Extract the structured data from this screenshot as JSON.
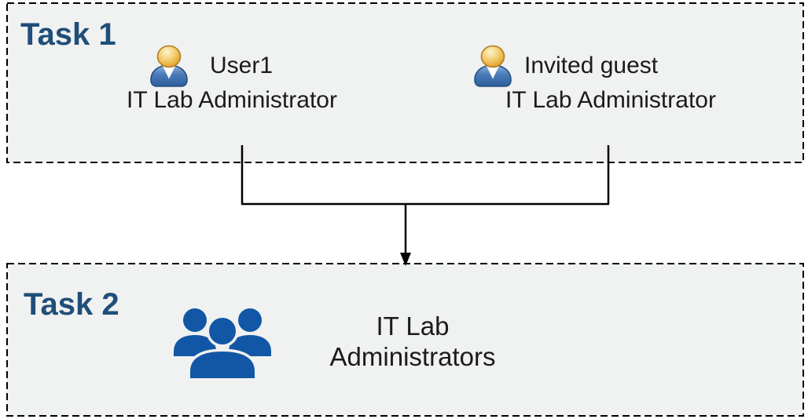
{
  "diagram": {
    "task1": {
      "label": "Task 1",
      "users": [
        {
          "name": "User1",
          "role": "IT Lab Administrator"
        },
        {
          "name": "Invited guest",
          "role": "IT Lab Administrator"
        }
      ]
    },
    "task2": {
      "label": "Task 2",
      "group_name_line1": "IT Lab",
      "group_name_line2": "Administrators"
    },
    "icons": {
      "task1_user": "single-user-icon",
      "task2_group": "user-group-icon",
      "connector": "merge-arrow-down"
    },
    "colors": {
      "task_label_blue": "#1F4E79",
      "box_fill": "#F0F1F1",
      "box_border": "#000000",
      "body_text": "#1B1B1B",
      "group_icon_blue": "#1257A5",
      "user_head_gold": "#E2A53A",
      "user_body_blue": "#3A6BAC",
      "connector_line": "#000000"
    }
  }
}
